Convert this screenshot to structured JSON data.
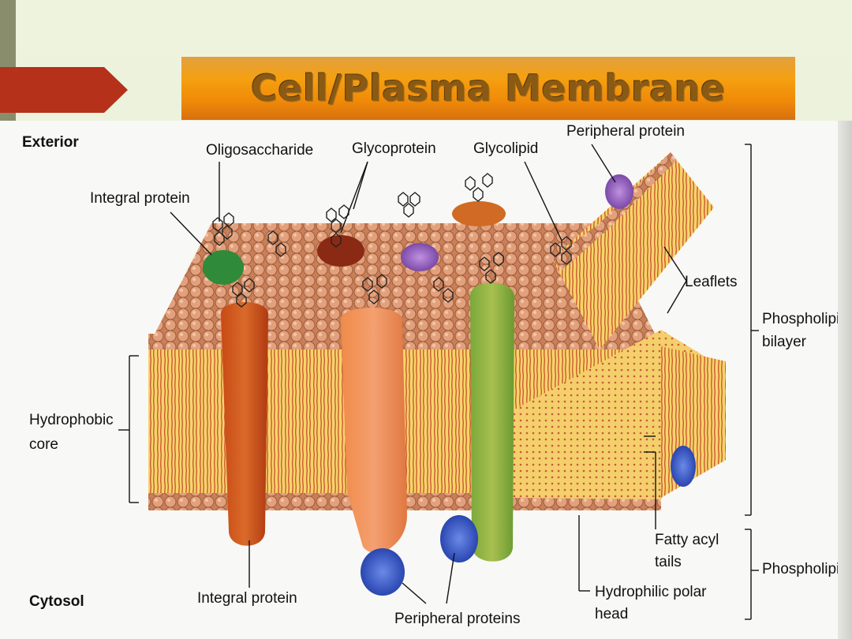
{
  "slide": {
    "title": "Cell/Plasma Membrane",
    "colors": {
      "accent_arrow": "#b5311a",
      "title_bar": "#f39a10",
      "title_text": "#8a5a14",
      "strip": "#8a8d6c"
    }
  },
  "diagram": {
    "labels": {
      "exterior": "Exterior",
      "cytosol": "Cytosol",
      "oligosaccharide": "Oligosaccharide",
      "glycoprotein": "Glycoprotein",
      "glycolipid": "Glycolipid",
      "peripheral_protein_top": "Peripheral protein",
      "integral_protein_top": "Integral protein",
      "leaflets": "Leaflets",
      "phospholipid_bilayer_1": "Phospholipid",
      "phospholipid_bilayer_2": "bilayer",
      "hydrophobic_core_1": "Hydrophobic",
      "hydrophobic_core_2": "core",
      "fatty_acyl_1": "Fatty acyl",
      "fatty_acyl_2": "tails",
      "phospholipid": "Phospholipid",
      "integral_protein_bottom": "Integral protein",
      "peripheral_proteins": "Peripheral proteins",
      "hydrophilic_1": "Hydrophilic polar",
      "hydrophilic_2": "head"
    }
  }
}
